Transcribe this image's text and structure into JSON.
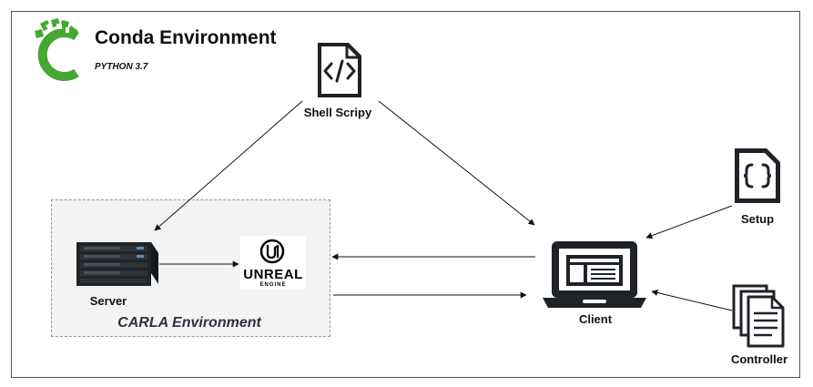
{
  "header": {
    "title": "Conda Environment",
    "subtitle": "PYTHON 3.7"
  },
  "nodes": {
    "shell_script": {
      "label": "Shell Scripy",
      "icon": "code-file-icon"
    },
    "setup": {
      "label": "Setup",
      "icon": "braces-file-icon"
    },
    "controller": {
      "label": "Controller",
      "icon": "documents-stack-icon"
    },
    "client": {
      "label": "Client",
      "icon": "laptop-icon"
    },
    "server": {
      "label": "Server",
      "icon": "server-rack-icon"
    },
    "unreal": {
      "word": "UNREAL",
      "sub": "ENGINE",
      "icon": "unreal-engine-logo"
    }
  },
  "groups": {
    "carla": {
      "label": "CARLA Environment"
    }
  },
  "edges": [
    {
      "from": "Shell Scripy",
      "to": "Server"
    },
    {
      "from": "Shell Scripy",
      "to": "Client"
    },
    {
      "from": "Server",
      "to": "UNREAL ENGINE"
    },
    {
      "from": "Client",
      "to": "UNREAL ENGINE"
    },
    {
      "from": "UNREAL ENGINE",
      "to": "Client"
    },
    {
      "from": "Setup",
      "to": "Client"
    },
    {
      "from": "Controller",
      "to": "Client"
    }
  ],
  "colors": {
    "conda_green": "#44a833",
    "icon_dark": "#1f2328",
    "carla_text": "#2b3140",
    "group_bg": "#f3f3f3"
  }
}
